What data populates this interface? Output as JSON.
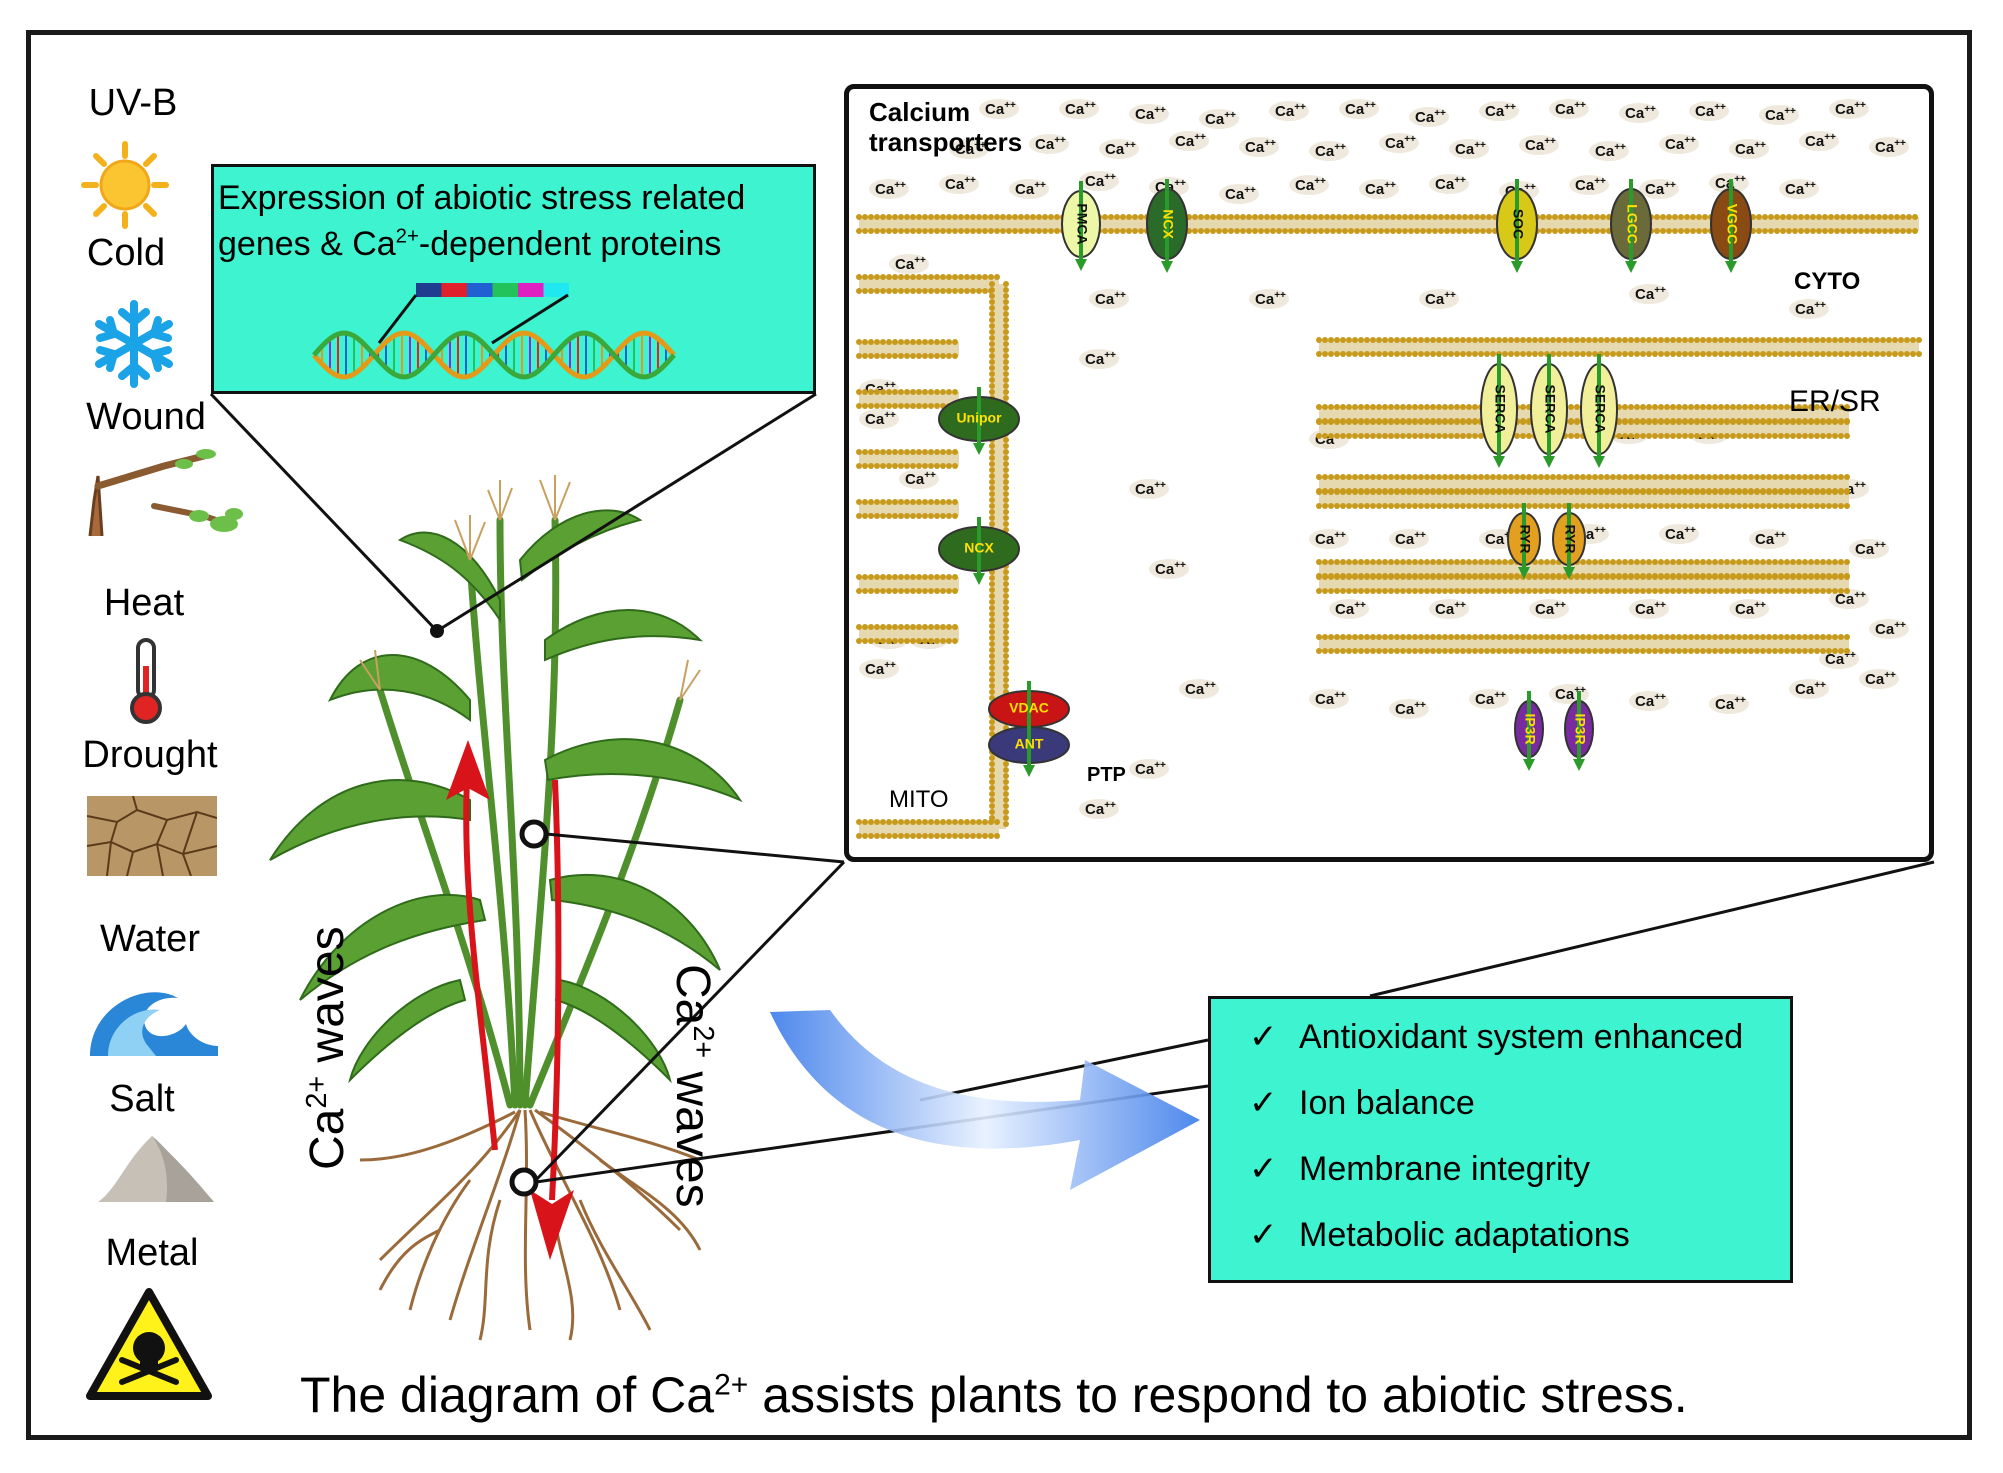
{
  "title": {
    "prefix": "The diagram of Ca",
    "sup": "2+",
    "suffix": " assists plants to respond to abiotic stress."
  },
  "stresses": [
    {
      "label": "UV-B",
      "icon": "sun-icon"
    },
    {
      "label": "Cold",
      "icon": "snowflake-icon"
    },
    {
      "label": "Wound",
      "icon": "broken-branch-icon"
    },
    {
      "label": "Heat",
      "icon": "thermometer-icon"
    },
    {
      "label": "Drought",
      "icon": "cracked-soil-icon"
    },
    {
      "label": "Water",
      "icon": "wave-icon"
    },
    {
      "label": "Salt",
      "icon": "salt-pile-icon"
    },
    {
      "label": "Metal",
      "icon": "toxic-warning-icon"
    }
  ],
  "gene_box": {
    "line1": "Expression of abiotic stress related",
    "line2_prefix": "genes & Ca",
    "line2_sup": "2+",
    "line2_suffix": "-dependent proteins",
    "bar_colors": [
      "#1f3c8f",
      "#e0202a",
      "#2060d0",
      "#21c35a",
      "#e020c0",
      "#20e8f0"
    ]
  },
  "waves": {
    "left_prefix": "Ca",
    "left_sup": "2+",
    "left_suffix": " waves",
    "right_prefix": "Ca",
    "right_sup": "2+",
    "right_suffix": " waves"
  },
  "outcomes": {
    "check": "✓",
    "items": [
      "Antioxidant system enhanced",
      "Ion balance",
      "Membrane integrity",
      "Metabolic adaptations"
    ]
  },
  "cell": {
    "header_line1": "Calcium",
    "header_line2": "transporters",
    "ion": "Ca",
    "ion_sup": "++",
    "cyto": "CYTO",
    "er": "ER/SR",
    "mito": "MITO",
    "ptp": "PTP",
    "pm_channels": [
      "PMCA",
      "NCX",
      "SOC",
      "LGCC",
      "VGCC"
    ],
    "serca": [
      "SERCA",
      "SERCA",
      "SERCA"
    ],
    "ryr": [
      "RYR",
      "RYR"
    ],
    "ip3r": [
      "IP3R",
      "IP3R"
    ],
    "mito_proteins": [
      "Unipor",
      "NCX",
      "VDAC",
      "ANT"
    ]
  },
  "colors": {
    "box_fill": "#3ef3cf",
    "arrow_red": "#d8141a",
    "membrane": "#c89a1c",
    "plant_green": "#3f8b2a",
    "root_brown": "#9a6a3a",
    "blue_arrow": "#3b7bea"
  }
}
